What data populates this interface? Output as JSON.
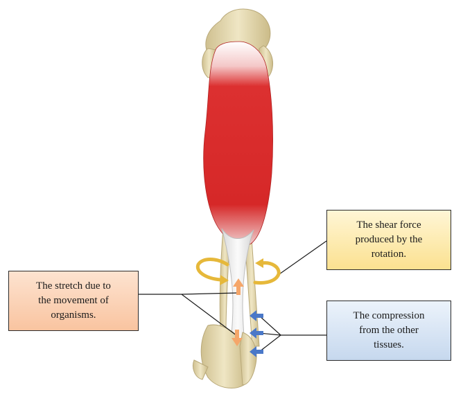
{
  "labels": {
    "stretch": "The stretch due to\nthe movement of\norganisms.",
    "shear": "The shear force\nproduced by the\nrotation.",
    "compression": "The compression\nfrom the other\ntissues."
  },
  "colors": {
    "muscle": "#d92a2a",
    "tendon": "#f2f2f2",
    "bone": "#e6dab0",
    "stretch_arrow": "#f5a66a",
    "rotation_arrow": "#e6b83a",
    "compression_arrow": "#4a78c8",
    "stretch_box": "#f9c4a0",
    "shear_box": "#fbe190",
    "compression_box": "#c6d8ee"
  }
}
